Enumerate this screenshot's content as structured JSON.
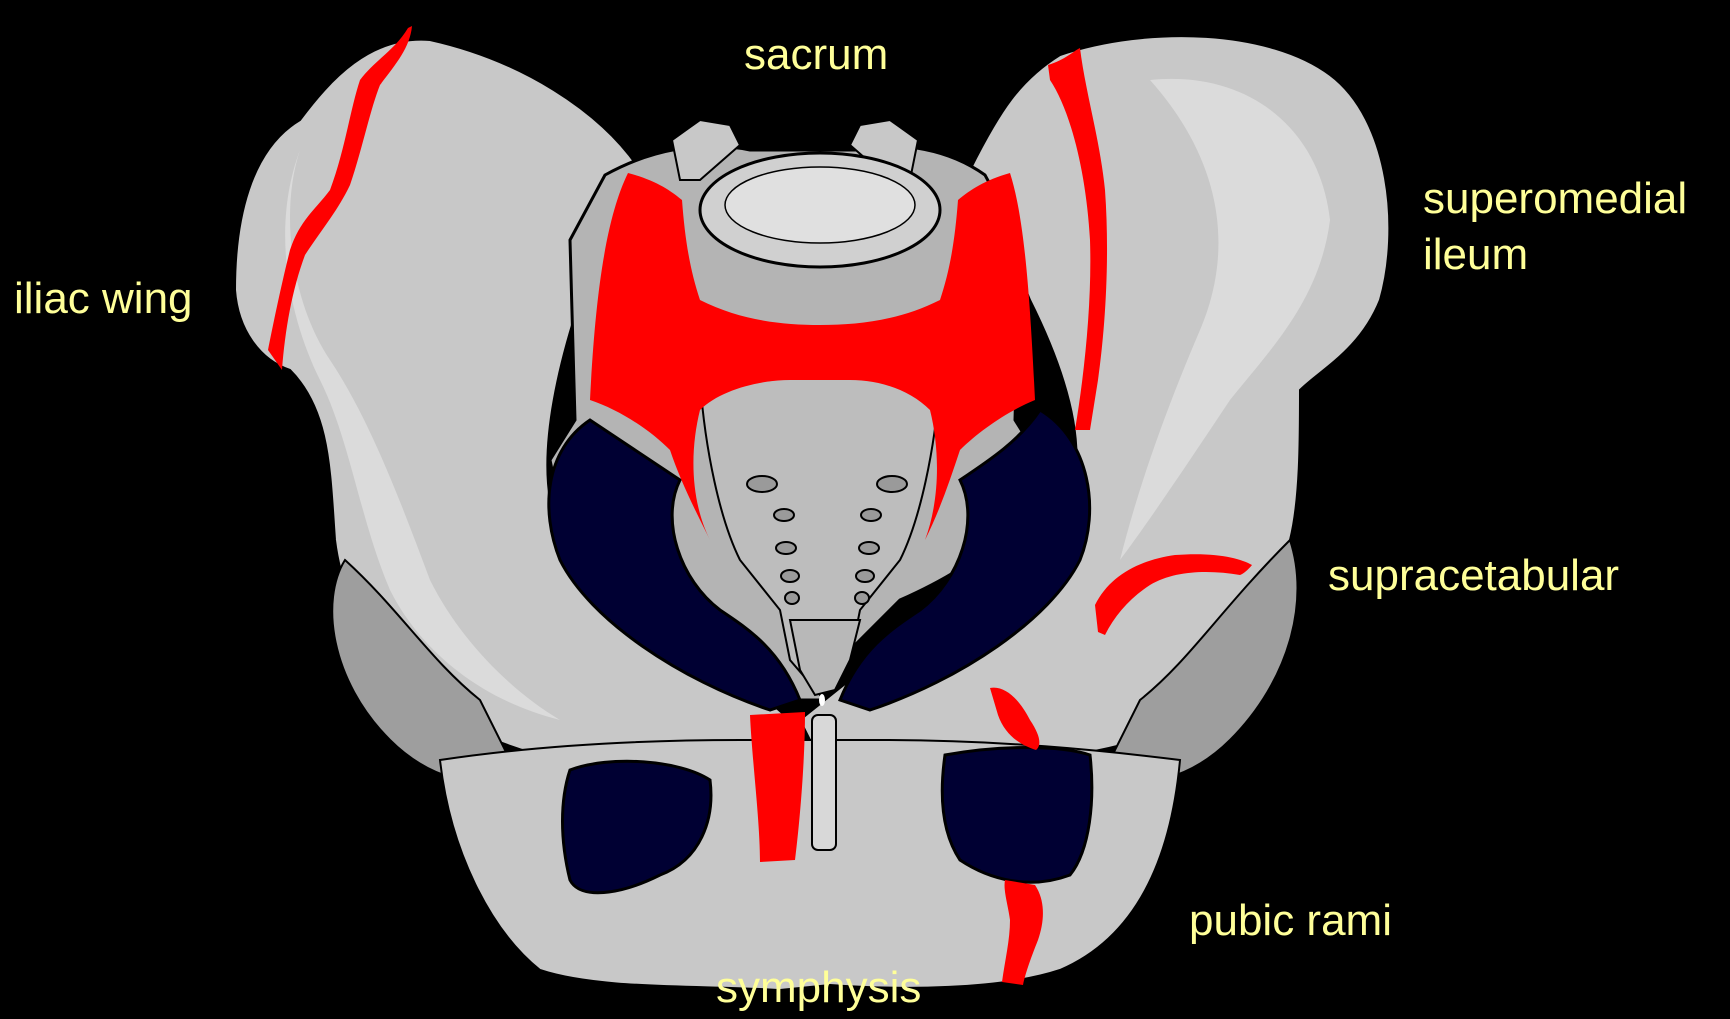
{
  "labels": {
    "sacrum": "sacrum",
    "iliac_wing": "iliac wing",
    "superomedial_line1": "superomedial",
    "superomedial_line2": "ileum",
    "supracetabular": "supracetabular",
    "pubic_rami": "pubic rami",
    "symphysis": "symphysis"
  },
  "colors": {
    "background": "#000000",
    "bone": "#C8C8C8",
    "bone_shade": "#9E9E9E",
    "bone_light": "#E2E2E2",
    "fracture": "#FF0000",
    "foramen": "#000033",
    "outline": "#000000",
    "label_text": "#FFFF99"
  }
}
